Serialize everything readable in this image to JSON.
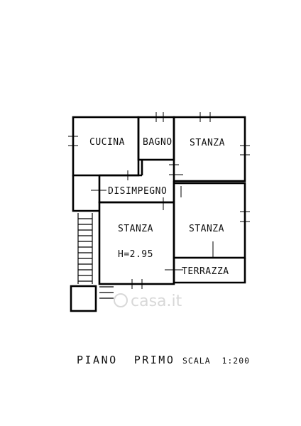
{
  "floor": {
    "rooms": [
      {
        "name": "cucina",
        "label": "CUCINA"
      },
      {
        "name": "bagno",
        "label": "BAGNO"
      },
      {
        "name": "stanza-top",
        "label": "STANZA"
      },
      {
        "name": "disimpegno",
        "label": "DISIMPEGNO"
      },
      {
        "name": "stanza-left",
        "label": "STANZA"
      },
      {
        "name": "stanza-right",
        "label": "STANZA"
      },
      {
        "name": "terrazza",
        "label": "TERRAZZA"
      }
    ],
    "height_note": "H=2.95"
  },
  "title": {
    "name": "PIANO  PRIMO",
    "scale": "SCALA  1:200"
  },
  "watermark": {
    "text": "casa.it"
  }
}
